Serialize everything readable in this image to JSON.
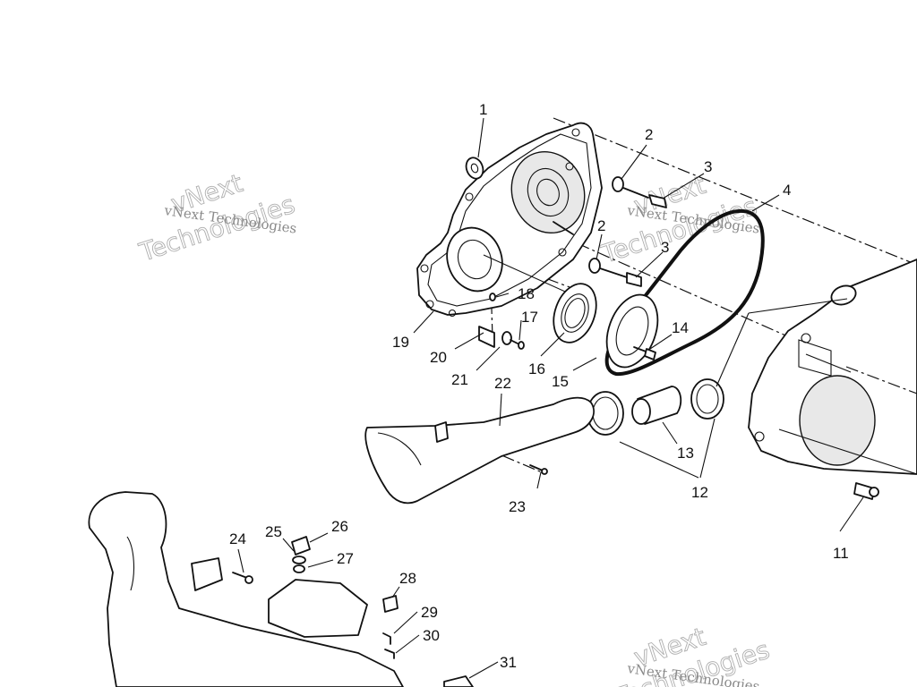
{
  "callouts": {
    "c1": "1",
    "c2a": "2",
    "c2b": "2",
    "c3a": "3",
    "c3b": "3",
    "c4": "4",
    "c11": "11",
    "c12": "12",
    "c13": "13",
    "c14": "14",
    "c15": "15",
    "c16": "16",
    "c17": "17",
    "c18": "18",
    "c19": "19",
    "c20": "20",
    "c21": "21",
    "c22": "22",
    "c23": "23",
    "c24": "24",
    "c25": "25",
    "c26": "26",
    "c27": "27",
    "c28": "28",
    "c29": "29",
    "c30": "30",
    "c31": "31"
  },
  "watermark": {
    "line1": "vNext Technologies",
    "line2": "vNext",
    "line3": "Technologies"
  },
  "colors": {
    "ink": "#111111",
    "background": "#ffffff",
    "watermark": "#8a8a8a"
  }
}
